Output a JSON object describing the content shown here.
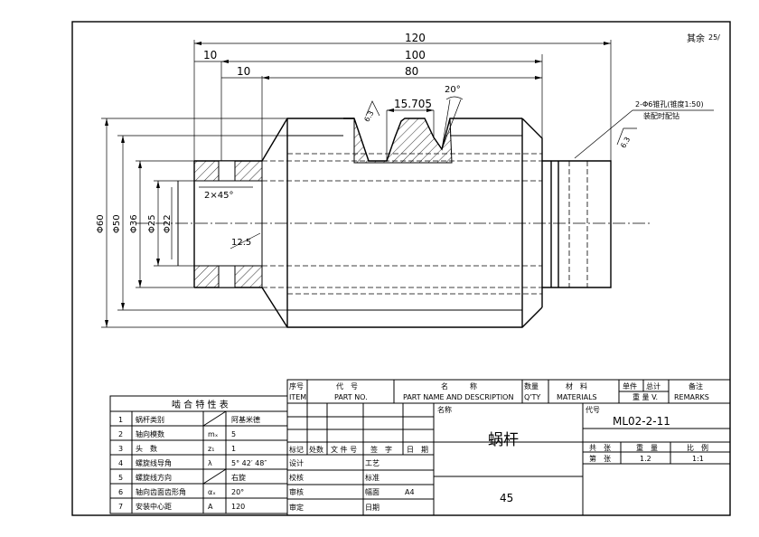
{
  "drawing": {
    "roughness_note": "其余",
    "roughness_symbol": "25/",
    "dims": {
      "len_total": "120",
      "len_100": "100",
      "len_80": "80",
      "len_10a": "10",
      "len_10b": "10",
      "pitch": "15.705",
      "angle": "20°",
      "rough_thread": "6.3",
      "rough_end": "6.3",
      "chamfer": "2×45°",
      "bore_depth": "12.5",
      "d60": "Φ60",
      "d50": "Φ50",
      "d36": "Φ36",
      "d25": "Φ25",
      "d22": "Φ22"
    },
    "note_line1": "2-Φ6锥孔(锥度1:50)",
    "note_line2": "装配时配钻"
  },
  "mesh_table": {
    "title": "啮 合 特 性 表",
    "rows": [
      {
        "no": "1",
        "name": "蜗杆类别",
        "sym": "",
        "val": "阿基米德"
      },
      {
        "no": "2",
        "name": "轴向模数",
        "sym": "mₓ",
        "val": "5"
      },
      {
        "no": "3",
        "name": "头　数",
        "sym": "z₁",
        "val": "1"
      },
      {
        "no": "4",
        "name": "螺旋线导角",
        "sym": "λ",
        "val": "5° 42′ 48″"
      },
      {
        "no": "5",
        "name": "螺旋线方向",
        "sym": "",
        "val": "右旋"
      },
      {
        "no": "6",
        "name": "轴向齿面齿形角",
        "sym": "αₓ",
        "val": "20°"
      },
      {
        "no": "7",
        "name": "安装中心距",
        "sym": "A",
        "val": "120"
      }
    ]
  },
  "title_block": {
    "hdr_no_cn": "序号",
    "hdr_no_en": "ITEM",
    "hdr_code_cn": "代　号",
    "hdr_code_en": "PART NO.",
    "hdr_name_cn": "名　　　称",
    "hdr_name_en": "PART NAME AND DESCRIPTION",
    "hdr_qty_cn": "数量",
    "hdr_qty_en": "Q'TY",
    "hdr_mat_cn": "材　料",
    "hdr_mat_en": "MATERIALS",
    "hdr_single": "单件",
    "hdr_total": "总计",
    "hdr_weight": "重 量 V.",
    "hdr_rem_cn": "备注",
    "hdr_rem_en": "REMARKS",
    "rev_mark": "标记",
    "rev_count": "处数",
    "rev_doc": "文 件 号",
    "rev_sign": "签　字",
    "rev_date": "日　期",
    "design": "设计",
    "check": "校核",
    "audit": "审核",
    "approve": "审定",
    "process": "工艺",
    "standard": "标准",
    "sheet_size_label": "幅面",
    "sheet_size": "A4",
    "date_label": "日期",
    "name_label": "名称",
    "part_name": "蜗杆",
    "code_label": "代号",
    "drawing_code": "ML02-2-11",
    "material": "45",
    "total_sheets_label": "共　张",
    "weight_label": "重　量",
    "scale_label": "比　例",
    "sheet_no_label": "第　张",
    "weight_value": "1.2",
    "scale_value": "1:1"
  }
}
